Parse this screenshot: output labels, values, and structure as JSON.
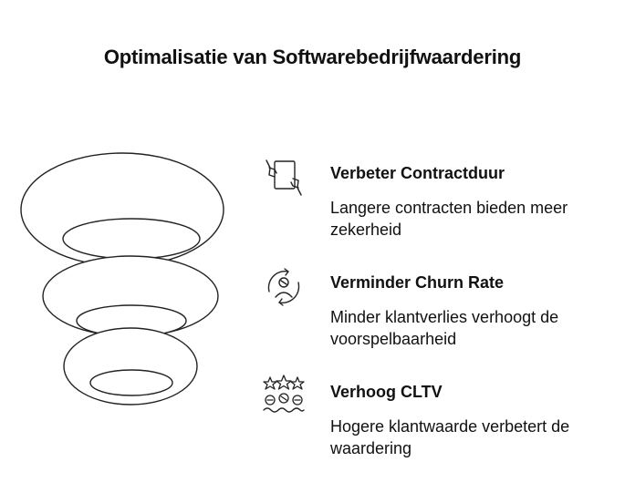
{
  "title": "Optimalisatie van Softwarebedrijfwaardering",
  "items": [
    {
      "icon": "handshake-document-icon",
      "heading": "Verbeter Contractduur",
      "description": "Langere contracten bieden meer zekerheid"
    },
    {
      "icon": "customer-refresh-icon",
      "heading": "Verminder Churn Rate",
      "description": "Minder klantverlies verhoogt de voorspelbaarheid"
    },
    {
      "icon": "stars-coins-icon",
      "heading": "Verhoog CLTV",
      "description": "Hogere klantwaarde verbetert de waardering"
    }
  ],
  "colors": {
    "stroke": "#222222",
    "text": "#111111",
    "background": "#ffffff"
  }
}
